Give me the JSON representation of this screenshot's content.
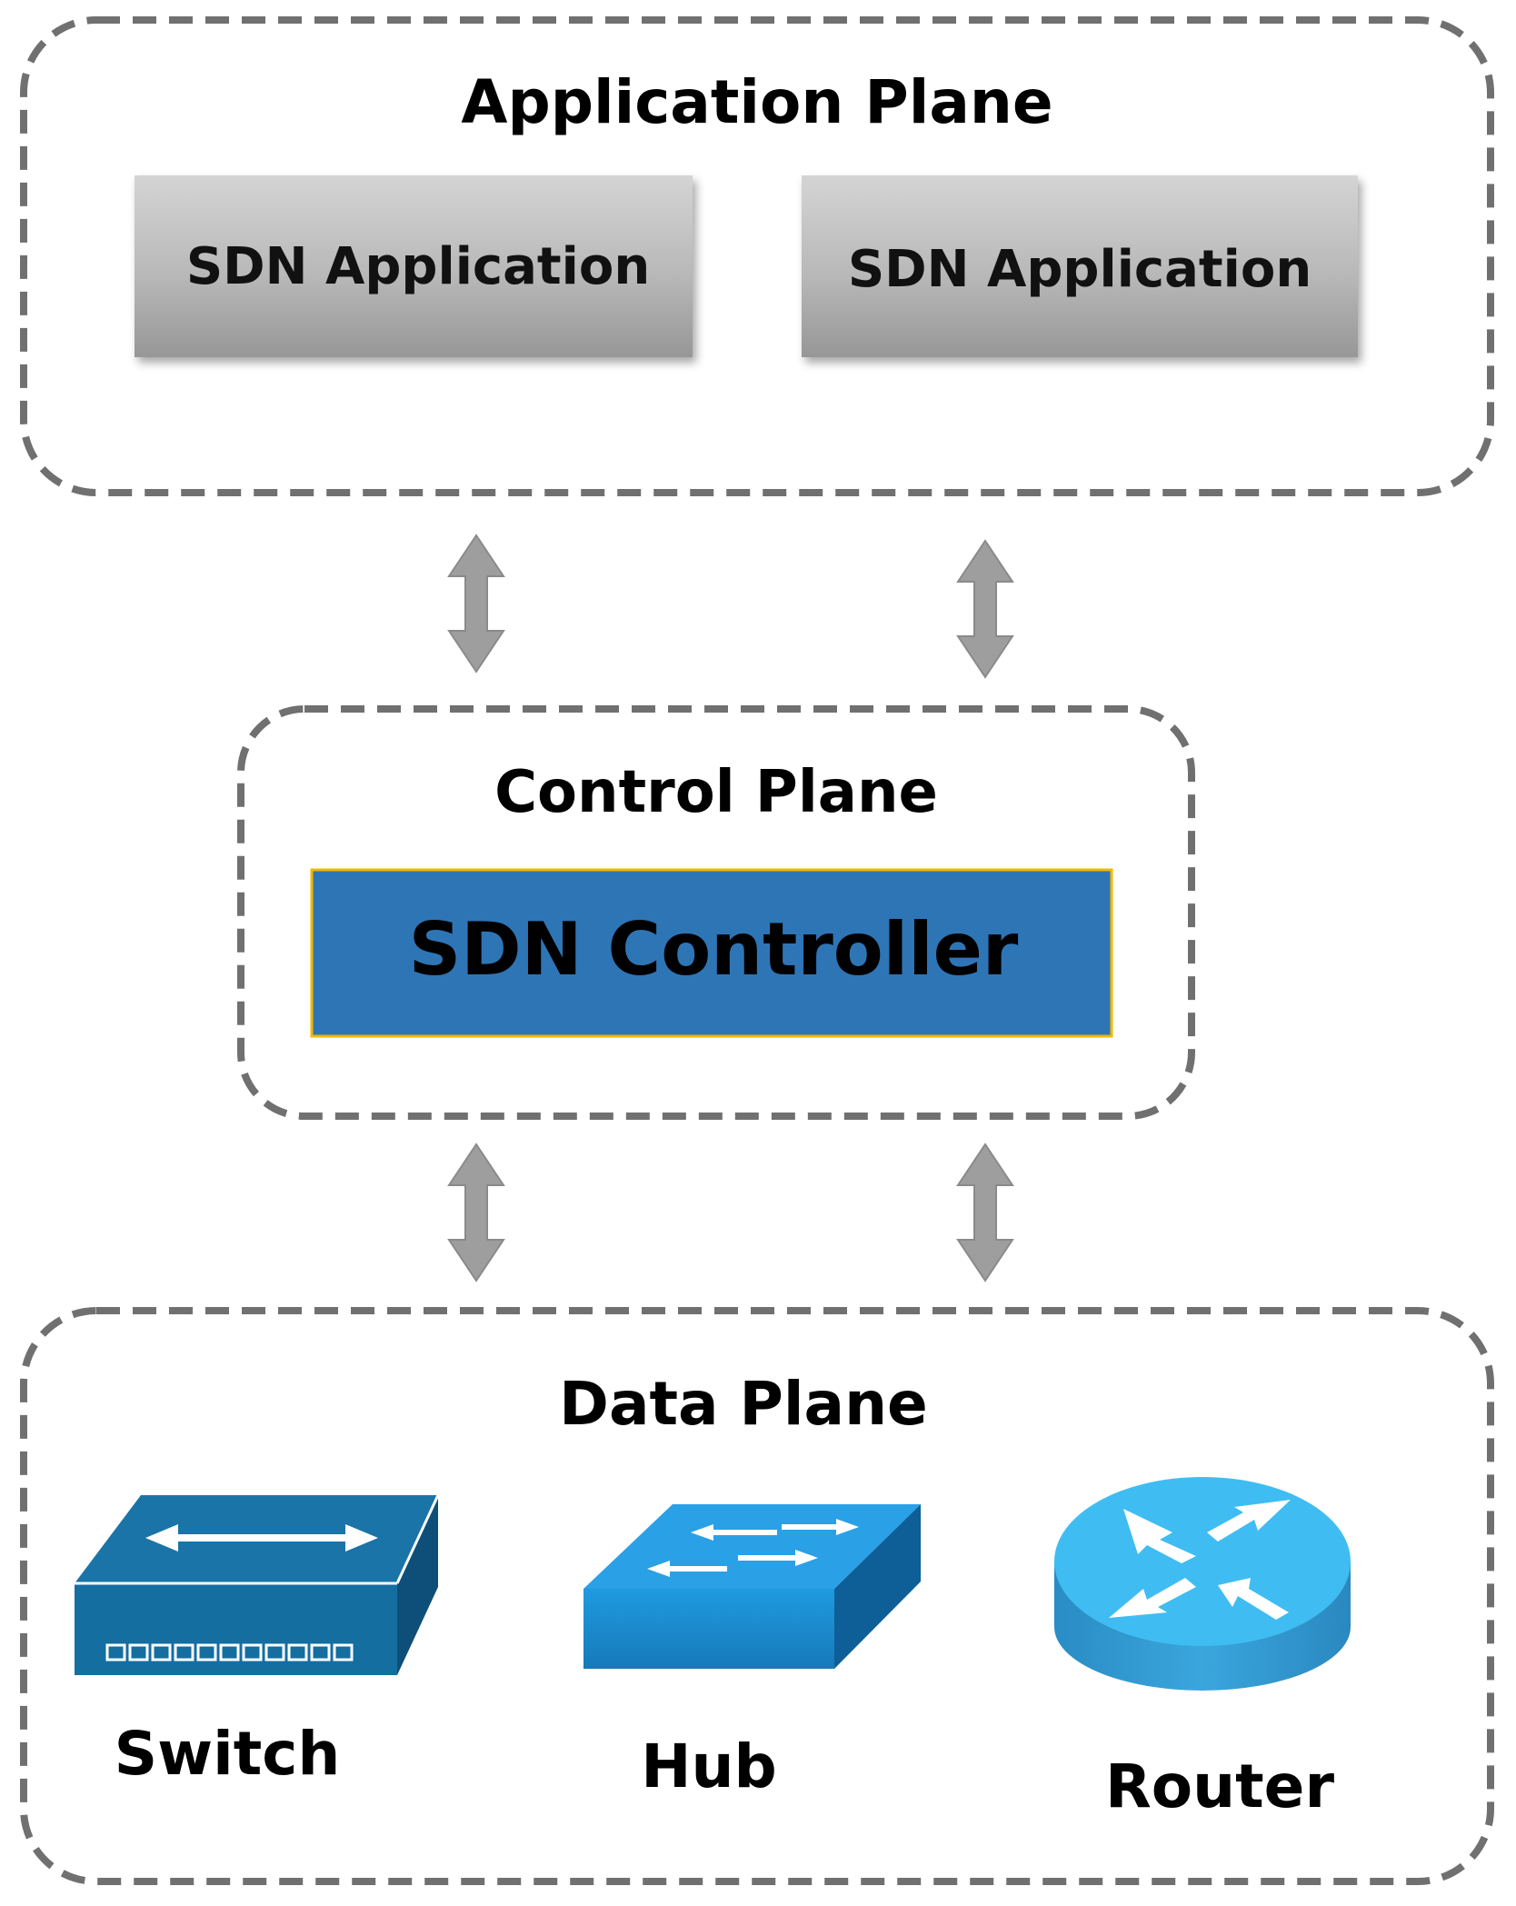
{
  "application_plane": {
    "title": "Application Plane",
    "apps": [
      {
        "label": "SDN Application"
      },
      {
        "label": "SDN Application"
      }
    ]
  },
  "control_plane": {
    "title": "Control Plane",
    "controller_label": "SDN Controller"
  },
  "data_plane": {
    "title": "Data Plane",
    "devices": [
      {
        "label": "Switch",
        "icon": "switch-icon"
      },
      {
        "label": "Hub",
        "icon": "hub-icon"
      },
      {
        "label": "Router",
        "icon": "router-icon"
      }
    ]
  },
  "colors": {
    "dashed_border": "#707070",
    "app_box_top": "#d2d2d2",
    "app_box_bottom": "#9a9a9a",
    "controller_fill": "#2e75b6",
    "controller_border": "#f2b800",
    "arrow_fill": "#9e9e9e",
    "switch_blue": "#146ea0",
    "hub_blue": "#1d8ed0",
    "router_blue": "#3ab4ec"
  }
}
